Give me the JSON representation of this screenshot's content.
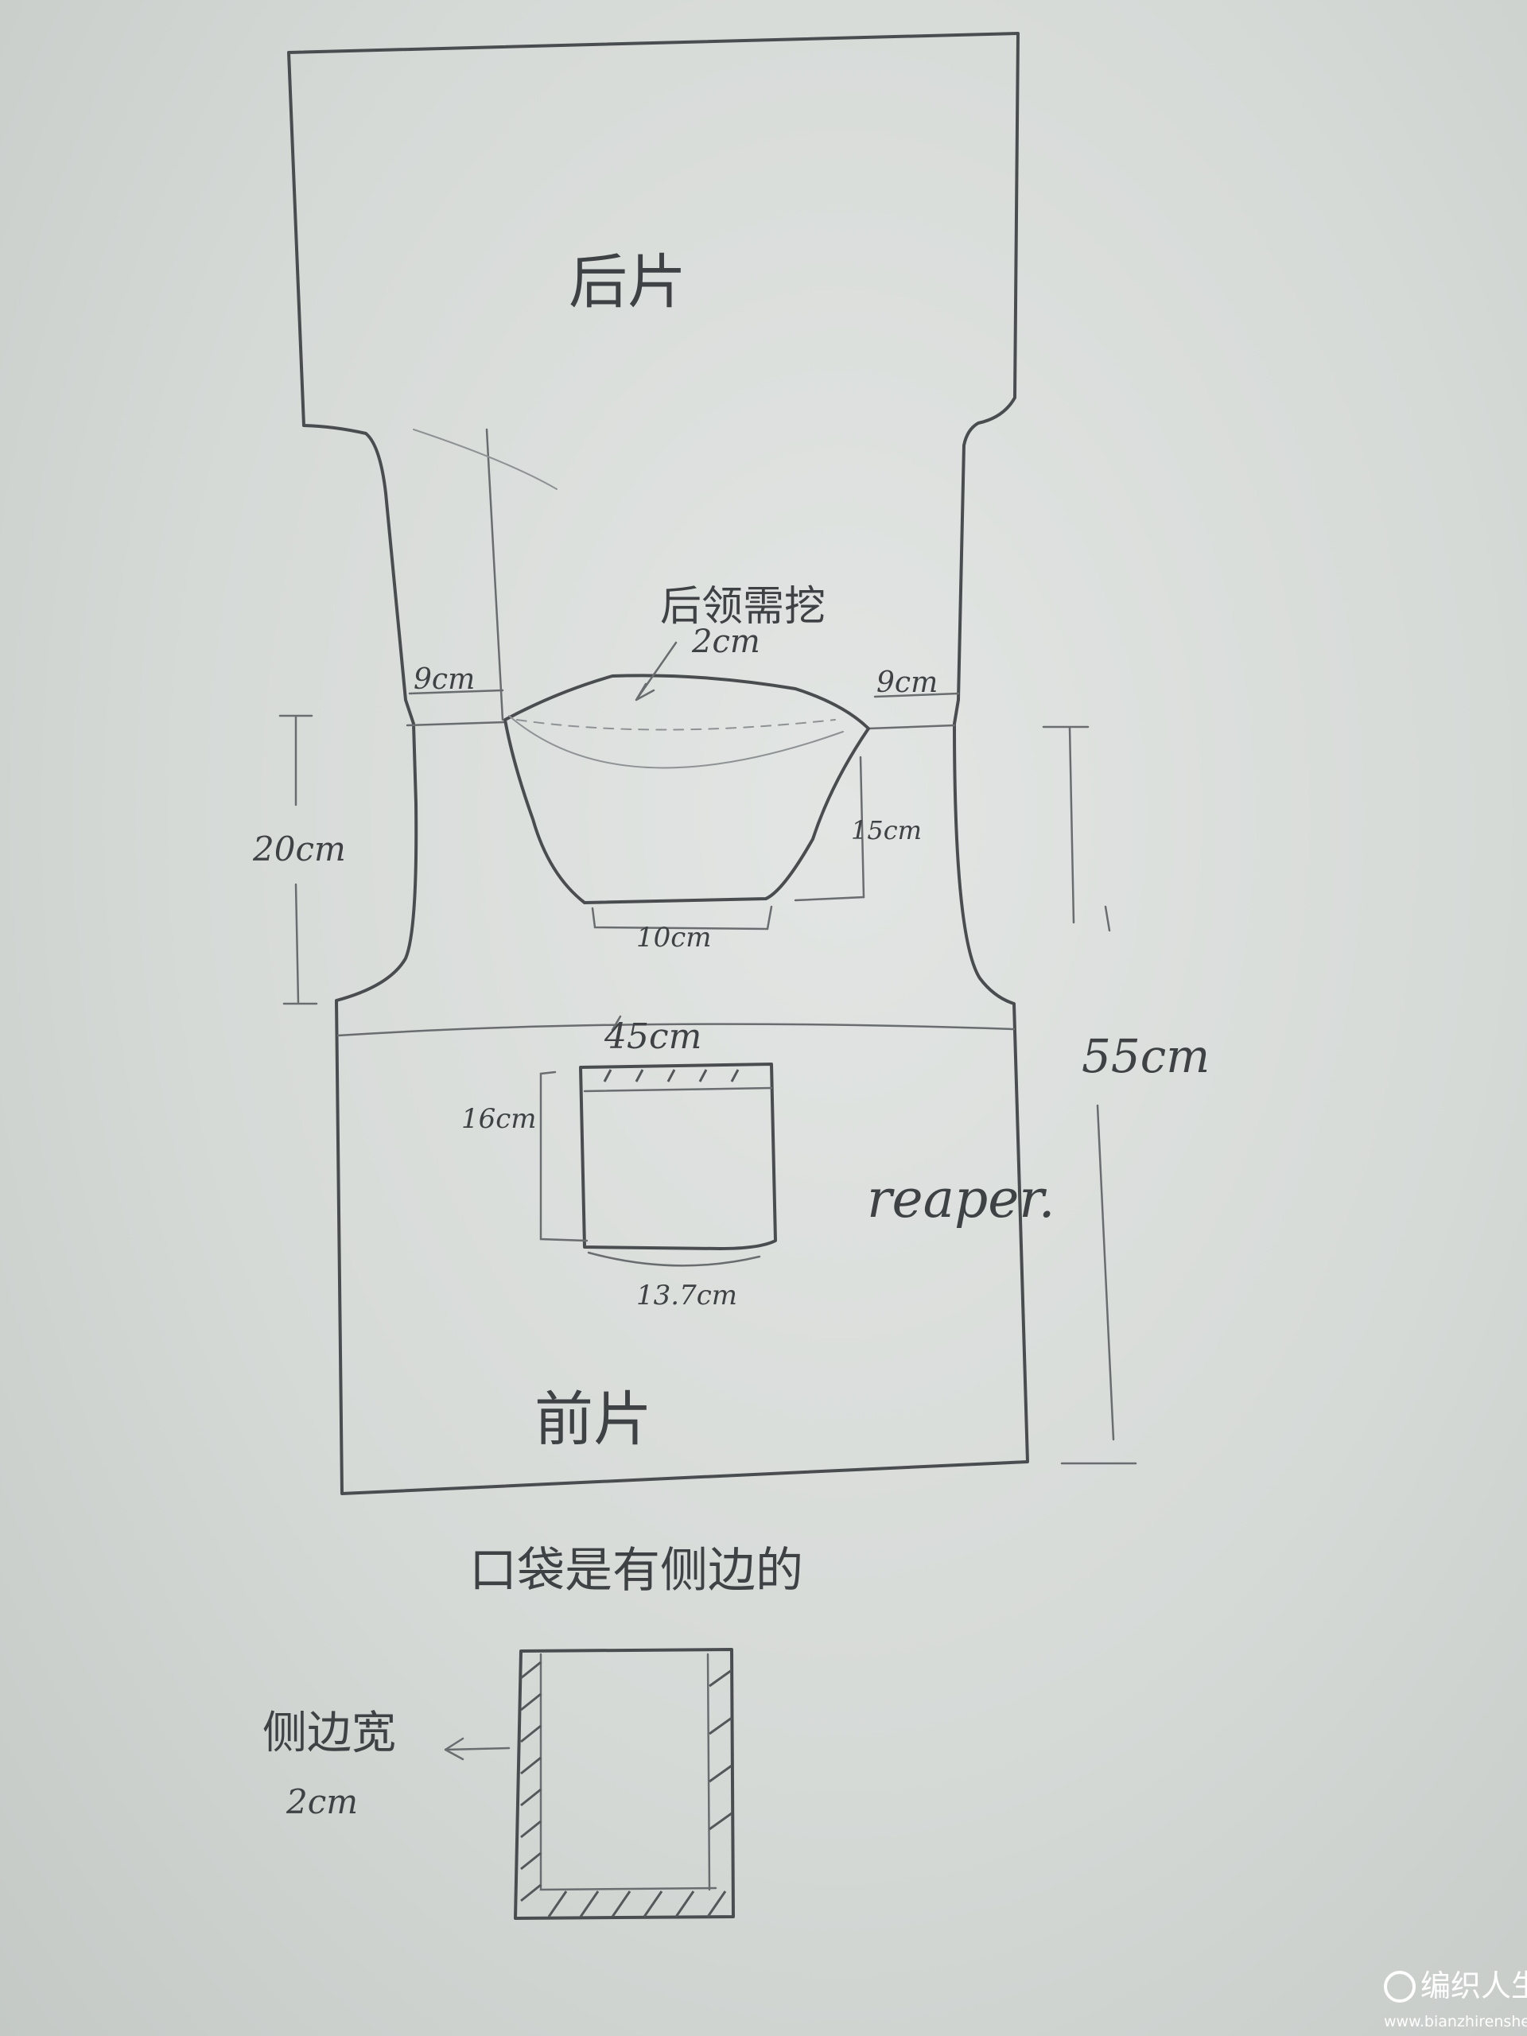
{
  "labels": {
    "back_piece": "后片",
    "neck_note": "后领需挖",
    "neck_depth": "2cm",
    "shoulder_left": "9cm",
    "shoulder_right": "9cm",
    "armhole_depth": "20cm",
    "front_neck_depth": "15cm",
    "neck_bottom": "10cm",
    "pocket_top": "45cm",
    "pocket_height": "16cm",
    "pocket_width": "13.7cm",
    "total_length": "55cm",
    "signature": "reaper.",
    "front_piece": "前片",
    "pocket_note": "口袋是有侧边的",
    "side_note": "侧边宽",
    "side_width": "2cm"
  },
  "watermark": {
    "site_cn": "编织人生",
    "site_url": "www.bianzhirensheng.com"
  }
}
